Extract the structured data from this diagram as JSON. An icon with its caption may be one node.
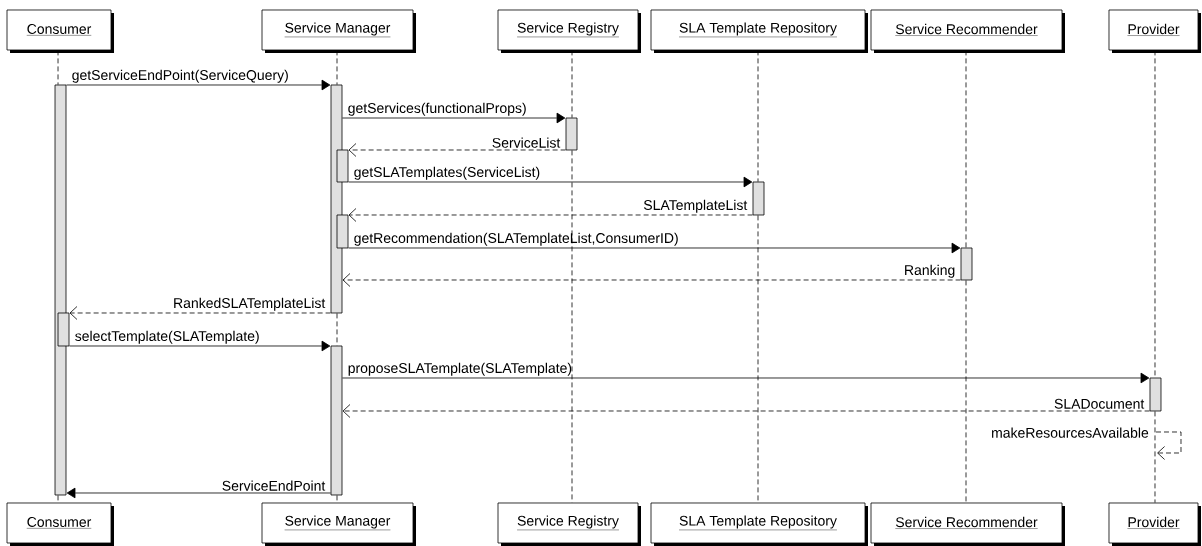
{
  "diagram": {
    "nodes": [
      {
        "text": [
          "Consumer"
        ]
      },
      {
        "text": [
          "Service Manager"
        ]
      },
      {
        "text": [
          "Service Registry"
        ]
      },
      {
        "text": [
          "SLA Template Repository"
        ]
      },
      {
        "text": [
          "Service Recommender"
        ]
      },
      {
        "text": [
          "Provider"
        ]
      },
      {
        "text": [
          "Consumer"
        ]
      },
      {
        "text": [
          "Service Manager"
        ]
      },
      {
        "text": [
          "Service Registry"
        ]
      },
      {
        "text": [
          "SLA Template Repository"
        ]
      },
      {
        "text": [
          "Service Recommender"
        ]
      },
      {
        "text": [
          "Provider"
        ]
      },
      {
        "text": [],
        "shape": "bar"
      },
      {
        "text": [],
        "shape": "bar"
      },
      {
        "text": [],
        "shape": "bar"
      },
      {
        "text": [],
        "shape": "bar"
      },
      {
        "text": [],
        "shape": "bar"
      },
      {
        "text": [],
        "shape": "bar"
      },
      {
        "text": [],
        "shape": "bar"
      },
      {
        "text": [],
        "shape": "bar"
      },
      {
        "text": [],
        "shape": "bar"
      },
      {
        "text": [],
        "shape": "bar"
      }
    ],
    "edges": [
      {
        "from": 0,
        "to": 12,
        "arrow": "none",
        "style": "dashed"
      },
      {
        "from": 12,
        "to": 6,
        "arrow": "none",
        "style": "dashed"
      },
      {
        "from": 1,
        "to": 13,
        "arrow": "none",
        "style": "dashed"
      },
      {
        "from": 13,
        "to": 20,
        "arrow": "none",
        "style": "dashed"
      },
      {
        "from": 20,
        "to": 7,
        "arrow": "none",
        "style": "dashed"
      },
      {
        "from": 2,
        "to": 14,
        "arrow": "none",
        "style": "dashed"
      },
      {
        "from": 14,
        "to": 8,
        "arrow": "none",
        "style": "dashed"
      },
      {
        "from": 3,
        "to": 16,
        "arrow": "none",
        "style": "dashed"
      },
      {
        "from": 16,
        "to": 9,
        "arrow": "none",
        "style": "dashed"
      },
      {
        "from": 4,
        "to": 18,
        "arrow": "none",
        "style": "dashed"
      },
      {
        "from": 18,
        "to": 10,
        "arrow": "none",
        "style": "dashed"
      },
      {
        "from": 5,
        "to": 21,
        "arrow": "none",
        "style": "dashed"
      },
      {
        "from": 21,
        "to": 11,
        "arrow": "none",
        "style": "dashed"
      },
      {
        "from": 12,
        "to": 13,
        "arrow": "to",
        "label": "getServiceEndPoint(ServiceQuery)"
      },
      {
        "from": 13,
        "to": 14,
        "arrow": "to",
        "label": "getServices(functionalProps)"
      },
      {
        "from": 14,
        "to": 15,
        "arrow": "to",
        "style": "dashed",
        "label": "ServiceList"
      },
      {
        "from": 15,
        "to": 16,
        "arrow": "to",
        "label": "getSLATemplates(ServiceList)"
      },
      {
        "from": 16,
        "to": 17,
        "arrow": "to",
        "style": "dashed",
        "label": "SLATemplateList"
      },
      {
        "from": 17,
        "to": 18,
        "arrow": "to",
        "label": "getRecommendation(SLATemplateList,ConsumerID)"
      },
      {
        "from": 18,
        "to": 13,
        "arrow": "to",
        "style": "dashed",
        "label": "Ranking"
      },
      {
        "from": 13,
        "to": 19,
        "arrow": "to",
        "style": "dashed",
        "label": "RankedSLATemplateList"
      },
      {
        "from": 19,
        "to": 20,
        "arrow": "to",
        "label": "selectTemplate(SLATemplate)"
      },
      {
        "from": 20,
        "to": 21,
        "arrow": "to",
        "label": "proposeSLATemplate(SLATemplate)"
      },
      {
        "from": 21,
        "to": 20,
        "arrow": "to",
        "style": "dashed",
        "label": "SLADocument"
      },
      {
        "from": 20,
        "to": 12,
        "arrow": "to",
        "label": "ServiceEndPoint"
      }
    ],
    "labels": [
      "makeResourcesAvailable"
    ]
  }
}
